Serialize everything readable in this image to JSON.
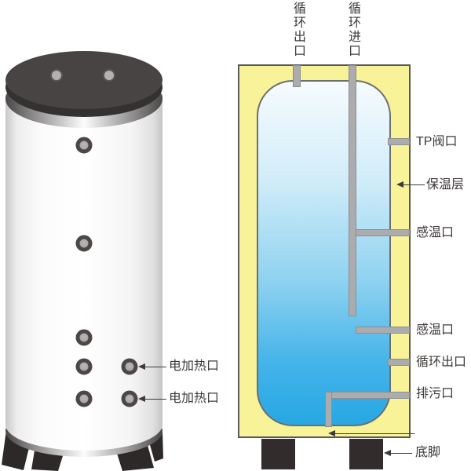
{
  "left_tank": {
    "heater_label_upper": "电加热口",
    "heater_label_lower": "电加热口",
    "port_count_front": 7,
    "port_count_top": 2
  },
  "diagram": {
    "top_labels": {
      "circulation_outlet": "循环出口",
      "circulation_inlet": "循环进口"
    },
    "side_labels": {
      "tp_valve": "TP阀口",
      "insulation_layer": "保温层",
      "temp_sensor_upper": "感温口",
      "temp_sensor_lower": "感温口",
      "circulation_outlet": "循环出口",
      "drain": "排污口",
      "foot": "底脚"
    },
    "colors": {
      "insulation_yellow": "#f8f298",
      "tank_gradient_top": "#f6fbfe",
      "tank_gradient_bottom": "#27a7e4",
      "pipe_gray": "#acacae",
      "outline_gray": "#595757",
      "foot_dark": "#332c2c",
      "text": "#3e3a39"
    }
  }
}
